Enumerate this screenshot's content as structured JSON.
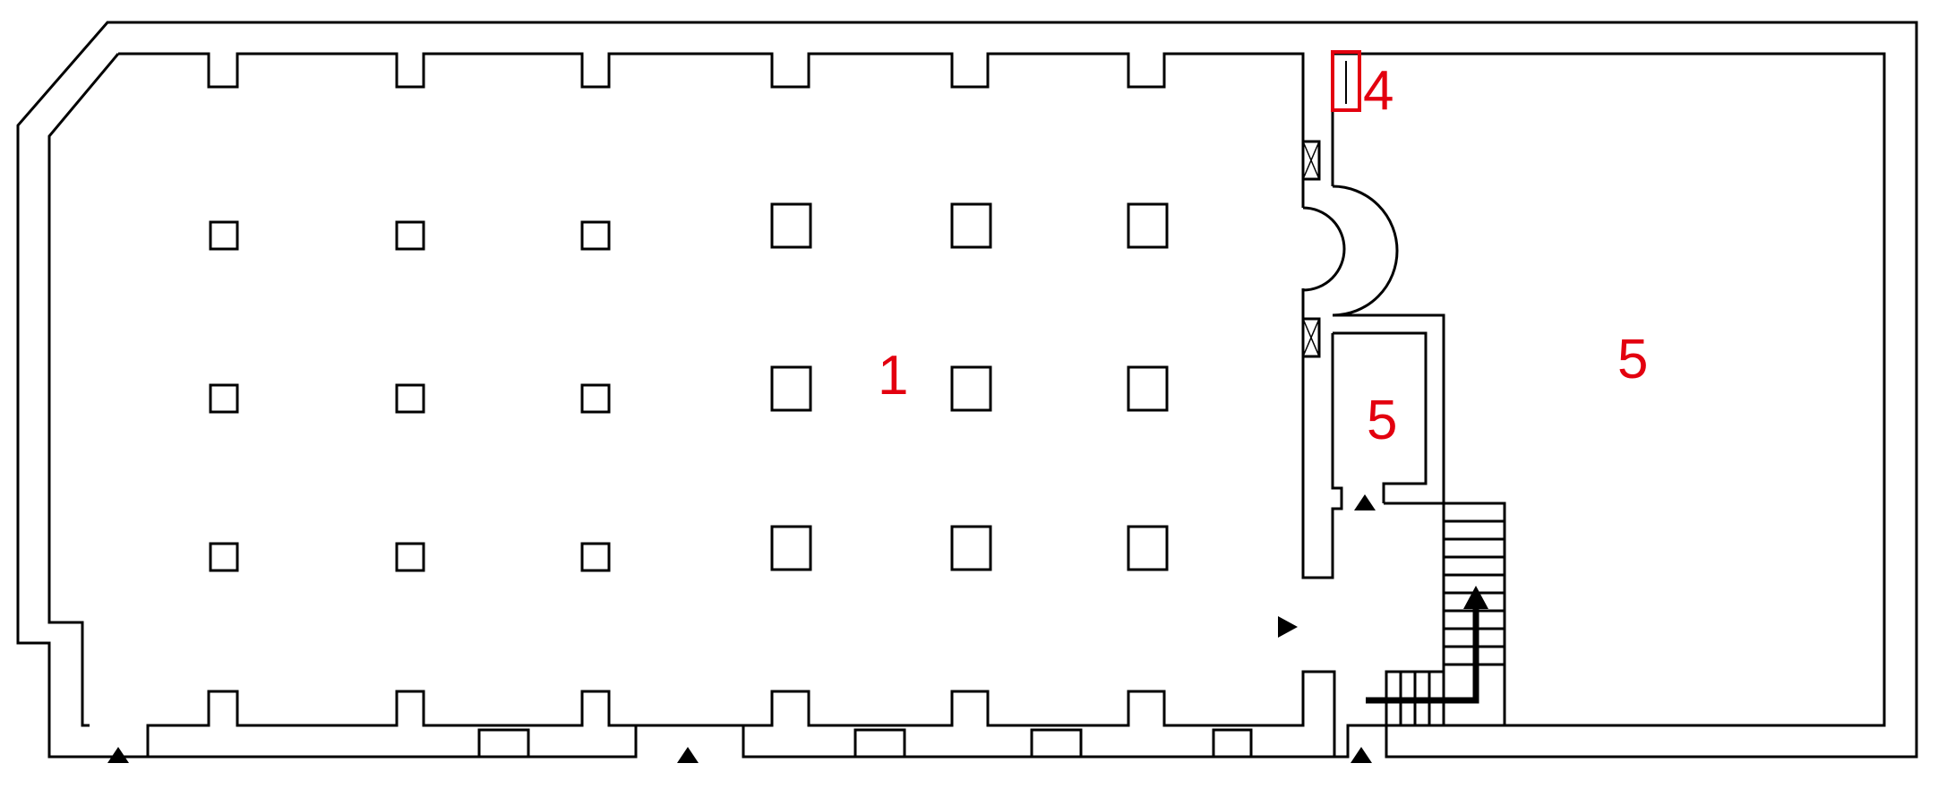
{
  "labels": {
    "room_main": "1",
    "marker_element": "4",
    "room_small": "5",
    "room_large": "5"
  },
  "colors": {
    "wall": "#000000",
    "label": "#e3000f",
    "highlight": "#e3000f",
    "background": "#ffffff"
  }
}
